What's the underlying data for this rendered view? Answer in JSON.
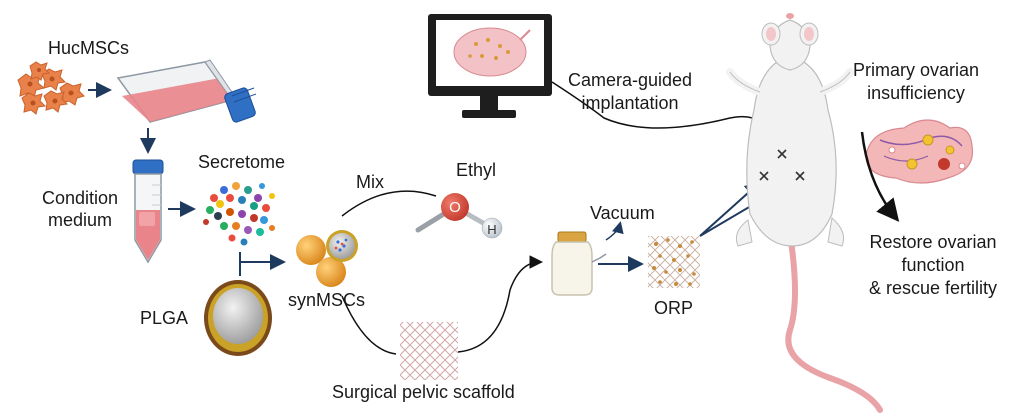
{
  "labels": {
    "hucmscs": "HucMSCs",
    "condition_medium_1": "Condition",
    "condition_medium_2": "medium",
    "secretome": "Secretome",
    "plga": "PLGA",
    "synmscs": "synMSCs",
    "mix": "Mix",
    "ethyl": "Ethyl",
    "o_atom": "O",
    "h_atom": "H",
    "surgical_pelvic_scaffold": "Surgical pelvic scaffold",
    "vacuum": "Vacuum",
    "orp": "ORP",
    "camera_guided_1": "Camera-guided",
    "camera_guided_2": "implantation",
    "primary_ovarian_1": "Primary ovarian",
    "primary_ovarian_2": "insufficiency",
    "restore_1": "Restore ovarian",
    "restore_2": "function",
    "restore_3": "& rescue fertility"
  },
  "colors": {
    "arrow_navy": "#1f3a5f",
    "cell_orange": "#e8824a",
    "flask_red": "#e9848a",
    "cap_blue": "#2f6fc4",
    "plga_gold": "#c9a227",
    "particle_orange": "#e89a2a",
    "o_red": "#d9463a",
    "scaffold_pink": "#d8a9ad",
    "orp_brown": "#c58a3a",
    "rat_white": "#f2f2f2",
    "rat_pink": "#e9a2a6",
    "ovary_pink": "#f3b7b7"
  },
  "icons": [
    "stem-cell-icon",
    "culture-flask-icon",
    "centrifuge-tube-icon",
    "secretome-particles-icon",
    "plga-particle-icon",
    "synmscs-particles-icon",
    "ethanol-molecule-icon",
    "pelvic-mesh-icon",
    "vacuum-jar-icon",
    "orp-scaffold-icon",
    "monitor-icon",
    "rat-icon",
    "ovary-icon"
  ]
}
